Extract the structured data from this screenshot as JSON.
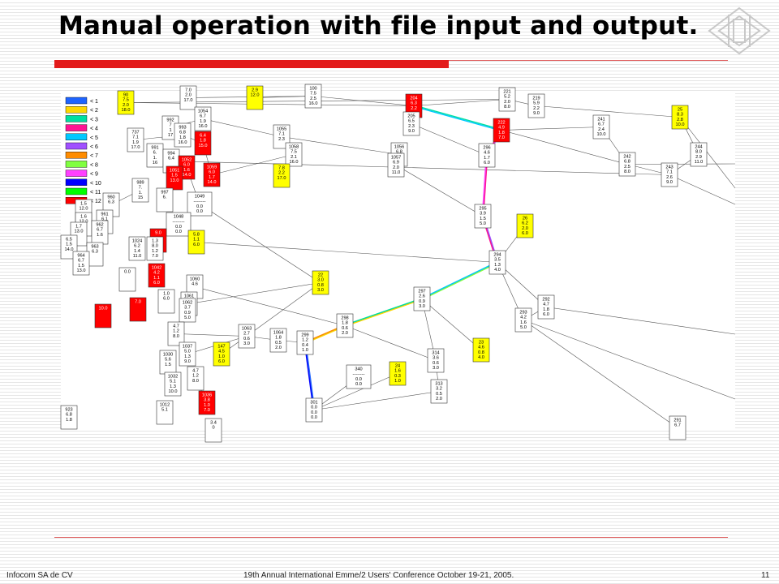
{
  "slide": {
    "title": "Manual operation with file input and output.",
    "footer_left": "Infocom SA de CV",
    "footer_center": "19th Annual International Emme/2 Users' Conference October 19-21, 2005.",
    "page_number": "11"
  },
  "colors": {
    "accent_red": "#e31b1b",
    "rule": "#e06060",
    "node_white": "#ffffff",
    "node_yellow": "#ffff00",
    "node_red": "#ff0000"
  },
  "legend": [
    {
      "label": "< 1",
      "color": "#1e64ff"
    },
    {
      "label": "< 2",
      "color": "#ffd700"
    },
    {
      "label": "< 3",
      "color": "#00e0a0"
    },
    {
      "label": "< 4",
      "color": "#ff1493"
    },
    {
      "label": "< 5",
      "color": "#00c8ff"
    },
    {
      "label": "< 6",
      "color": "#a050ff"
    },
    {
      "label": "< 7",
      "color": "#ff8c00"
    },
    {
      "label": "< 8",
      "color": "#80ff40"
    },
    {
      "label": "< 9",
      "color": "#ff40ff"
    },
    {
      "label": "< 10",
      "color": "#0000ff"
    },
    {
      "label": "< 11",
      "color": "#00ff00"
    },
    {
      "label": "< 12",
      "color": "#ff0000"
    }
  ],
  "nodes": [
    {
      "id": "90",
      "lines": [
        "7.5",
        "2.0",
        "18.0"
      ],
      "fill": "yellow"
    },
    {
      "id": "",
      "lines": [
        "7.0",
        "2.0",
        "17.0"
      ],
      "fill": "white"
    },
    {
      "id": "",
      "lines": [
        "2.9",
        "12.0"
      ],
      "fill": "yellow"
    },
    {
      "id": "100",
      "lines": [
        "7.5",
        "2.5",
        "16.0"
      ],
      "fill": "white"
    },
    {
      "id": "204",
      "lines": [
        "6.3",
        "2.2"
      ],
      "fill": "red"
    },
    {
      "id": "221",
      "lines": [
        "5.2",
        "2.0",
        "8.0"
      ],
      "fill": "white"
    },
    {
      "id": "219",
      "lines": [
        "5.9",
        "2.2",
        "9.0"
      ],
      "fill": "white"
    },
    {
      "id": "25",
      "lines": [
        "8.3",
        "2.8",
        "10.0"
      ],
      "fill": "yellow"
    },
    {
      "id": "241",
      "lines": [
        "6.7",
        "2.4",
        "10.0"
      ],
      "fill": "white"
    },
    {
      "id": "992",
      "lines": [
        "7",
        "1",
        "17"
      ],
      "fill": "white"
    },
    {
      "id": "1054",
      "lines": [
        "6.7",
        "1.9",
        "16.0"
      ],
      "fill": "white"
    },
    {
      "id": "1055",
      "lines": [
        "7.1",
        "2.3"
      ],
      "fill": "white"
    },
    {
      "id": "205",
      "lines": [
        "6.5",
        "2.3",
        "9.0"
      ],
      "fill": "white"
    },
    {
      "id": "222",
      "lines": [
        "4.9",
        "1.8",
        "7.0"
      ],
      "fill": "red"
    },
    {
      "id": "244",
      "lines": [
        "8.0",
        "2.9",
        "11.0"
      ],
      "fill": "white"
    },
    {
      "id": "737",
      "lines": [
        "7.1",
        "1.9",
        "17.0"
      ],
      "fill": "white"
    },
    {
      "id": "993",
      "lines": [
        "6.8",
        "1.8",
        "16.0"
      ],
      "fill": "white"
    },
    {
      "id": "",
      "lines": [
        "6.4",
        "1.8",
        "15.0"
      ],
      "fill": "red"
    },
    {
      "id": "1058",
      "lines": [
        "7.5",
        "2.1",
        "16.0"
      ],
      "fill": "white"
    },
    {
      "id": "1056",
      "lines": [
        "6.8"
      ],
      "fill": "white"
    },
    {
      "id": "296",
      "lines": [
        "4.6",
        "1.7",
        "6.0"
      ],
      "fill": "white"
    },
    {
      "id": "242",
      "lines": [
        "6.8",
        "2.5",
        "8.0"
      ],
      "fill": "white"
    },
    {
      "id": "243",
      "lines": [
        "7.1",
        "2.6",
        "9.0"
      ],
      "fill": "white"
    },
    {
      "id": "991",
      "lines": [
        "6.",
        "1.",
        "16"
      ],
      "fill": "white"
    },
    {
      "id": "994",
      "lines": [
        "6.4"
      ],
      "fill": "white"
    },
    {
      "id": "",
      "lines": [
        "7.8",
        "2.2",
        "17.0"
      ],
      "fill": "yellow"
    },
    {
      "id": "1057",
      "lines": [
        "6.9",
        "2.0",
        "11.0"
      ],
      "fill": "white"
    },
    {
      "id": "1052",
      "lines": [
        "6.0",
        "1.6",
        "14.0"
      ],
      "fill": "red"
    },
    {
      "id": "1059",
      "lines": [
        "6.0",
        "1.7",
        "14.0"
      ],
      "fill": "red"
    },
    {
      "id": "1051",
      "lines": [
        "1.5",
        "13.0"
      ],
      "fill": "red"
    },
    {
      "id": "989",
      "lines": [
        "7.",
        "1.",
        "15"
      ],
      "fill": "white"
    },
    {
      "id": "997",
      "lines": [
        "6."
      ],
      "fill": "white"
    },
    {
      "id": "1049",
      "lines": [
        "--------",
        "0.0",
        "0.0"
      ],
      "fill": "white"
    },
    {
      "id": "960",
      "lines": [
        "6.3"
      ],
      "fill": "white"
    },
    {
      "id": "",
      "lines": [
        "1.5",
        "12.0"
      ],
      "fill": "white"
    },
    {
      "id": "295",
      "lines": [
        "3.9",
        "1.5",
        "5.0"
      ],
      "fill": "white"
    },
    {
      "id": "26",
      "lines": [
        "6.2",
        "2.0",
        "6.0"
      ],
      "fill": "yellow"
    },
    {
      "id": "961",
      "lines": [
        "6.1"
      ],
      "fill": "white"
    },
    {
      "id": "",
      "lines": [
        "1.6",
        "12.0"
      ],
      "fill": "white"
    },
    {
      "id": "1048",
      "lines": [
        "--------",
        "0.0",
        "0.0"
      ],
      "fill": "white"
    },
    {
      "id": "962",
      "lines": [
        "6.7",
        "1.6"
      ],
      "fill": "white"
    },
    {
      "id": "",
      "lines": [
        "1.7",
        "13.0"
      ],
      "fill": "white"
    },
    {
      "id": "",
      "lines": [
        "9.0"
      ],
      "fill": "red"
    },
    {
      "id": "",
      "lines": [
        "5.8",
        "1.1",
        "6.0"
      ],
      "fill": "yellow"
    },
    {
      "id": "963",
      "lines": [
        "6.3"
      ],
      "fill": "white"
    },
    {
      "id": "",
      "lines": [
        "6.5",
        "1.5",
        "14.0"
      ],
      "fill": "white"
    },
    {
      "id": "1024",
      "lines": [
        "6.2",
        "1.4",
        "11.0"
      ],
      "fill": "white"
    },
    {
      "id": "",
      "lines": [
        "1.3",
        "8.0",
        "1.2",
        "7.0"
      ],
      "fill": "white"
    },
    {
      "id": "294",
      "lines": [
        "3.5",
        "1.3",
        "4.0"
      ],
      "fill": "white"
    },
    {
      "id": "964",
      "lines": [
        "6.7",
        "1.5",
        "13.0"
      ],
      "fill": "white"
    },
    {
      "id": "",
      "lines": [
        "0.0"
      ],
      "fill": "white"
    },
    {
      "id": "1042",
      "lines": [
        "4.2",
        "1.1",
        "6.0"
      ],
      "fill": "red"
    },
    {
      "id": "22",
      "lines": [
        "3.0",
        "0.8",
        "3.0"
      ],
      "fill": "yellow"
    },
    {
      "id": "1060",
      "lines": [
        "4.6"
      ],
      "fill": "white"
    },
    {
      "id": "297",
      "lines": [
        "2.6",
        "0.9",
        "3.0"
      ],
      "fill": "white"
    },
    {
      "id": "292",
      "lines": [
        "4.7",
        "1.8",
        "6.0"
      ],
      "fill": "white"
    },
    {
      "id": "",
      "lines": [
        "1.0",
        "6.0"
      ],
      "fill": "white"
    },
    {
      "id": "1061",
      "lines": [],
      "fill": "white"
    },
    {
      "id": "",
      "lines": [
        "7.0"
      ],
      "fill": "red"
    },
    {
      "id": "1062",
      "lines": [
        "3.7",
        "0.9",
        "5.0"
      ],
      "fill": "white"
    },
    {
      "id": "",
      "lines": [
        "10.0"
      ],
      "fill": "red"
    },
    {
      "id": "298",
      "lines": [
        "1.8",
        "0.6",
        "2.0"
      ],
      "fill": "white"
    },
    {
      "id": "293",
      "lines": [
        "4.2",
        "1.6",
        "5.0"
      ],
      "fill": "white"
    },
    {
      "id": "",
      "lines": [
        "4.7",
        "1.2",
        "8.0"
      ],
      "fill": "white"
    },
    {
      "id": "1063",
      "lines": [
        "2.7",
        "0.6",
        "3.0"
      ],
      "fill": "white"
    },
    {
      "id": "1064",
      "lines": [
        "1.8",
        "0.5",
        "2.0"
      ],
      "fill": "white"
    },
    {
      "id": "299",
      "lines": [
        "1.2",
        "0.4",
        "1.0"
      ],
      "fill": "white"
    },
    {
      "id": "147",
      "lines": [
        "4.5",
        "1.0",
        "6.0"
      ],
      "fill": "yellow"
    },
    {
      "id": "1037",
      "lines": [
        "5.0",
        "1.3",
        "9.0"
      ],
      "fill": "white"
    },
    {
      "id": "1030",
      "lines": [
        "5.6",
        "1.5"
      ],
      "fill": "white"
    },
    {
      "id": "314",
      "lines": [
        "3.6",
        "0.6",
        "3.0"
      ],
      "fill": "white"
    },
    {
      "id": "23",
      "lines": [
        "4.6",
        "0.8",
        "4.0"
      ],
      "fill": "yellow"
    },
    {
      "id": "340",
      "lines": [
        "--------",
        "0.0",
        "0.0"
      ],
      "fill": "white"
    },
    {
      "id": "24",
      "lines": [
        "1.6",
        "0.3",
        "1.0"
      ],
      "fill": "yellow"
    },
    {
      "id": "313",
      "lines": [
        "3.2",
        "0.5",
        "2.0"
      ],
      "fill": "white"
    },
    {
      "id": "1032",
      "lines": [
        "5.1",
        "1.3",
        "10.0"
      ],
      "fill": "white"
    },
    {
      "id": "",
      "lines": [
        "4.7",
        "1.2",
        "8.0"
      ],
      "fill": "white"
    },
    {
      "id": "1012",
      "lines": [
        "5.1"
      ],
      "fill": "white"
    },
    {
      "id": "1036",
      "lines": [
        "3.8",
        "1.0",
        "7.0"
      ],
      "fill": "red"
    },
    {
      "id": "301",
      "lines": [
        "0.0",
        "0.0",
        "0.0"
      ],
      "fill": "white"
    },
    {
      "id": "923",
      "lines": [
        "6.8",
        "1.8"
      ],
      "fill": "white"
    },
    {
      "id": "",
      "lines": [
        "3.4",
        "0"
      ],
      "fill": "white"
    },
    {
      "id": "291",
      "lines": [
        "6.7"
      ],
      "fill": "white"
    }
  ]
}
